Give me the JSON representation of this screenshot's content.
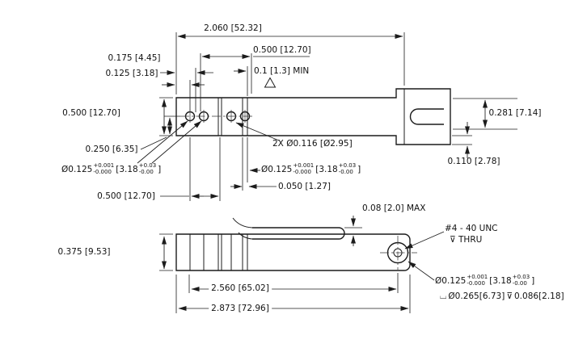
{
  "drawing": {
    "background": "#ffffff",
    "line_color": "#1c1c1c"
  },
  "top_view": {
    "dim_overall_length": "2.060 [52.32]",
    "dim_hole_spacing": "0.500 [12.70]",
    "dim_edge_to_hole2": "0.175 [4.45]",
    "dim_edge_to_hole1": "0.125 [3.18]",
    "dim_min_gap": "0.1 [1.3] MIN",
    "dim_width": "0.500 [12.70]",
    "dim_hole_offset": "0.250 [6.35]",
    "dim_clevis_width": "0.281 [7.14]",
    "dim_step": "0.110 [2.78]",
    "callout_two_holes": "2X Ø0.116 [Ø2.95]",
    "dim_slit_width": "0.050 [1.27]",
    "dim_slit_position": "0.500 [12.70]",
    "callout_hole_left": {
      "base": "Ø0.125",
      "upper": "+0.001",
      "lower": "-0.000",
      "metric": "[3.18",
      "metric_upper": "+0.03",
      "metric_lower": "-0.00",
      "close": "]"
    },
    "callout_hole_mid": {
      "base": "Ø0.125",
      "upper": "+0.001",
      "lower": "-0.000",
      "metric": "[3.18",
      "metric_upper": "+0.03",
      "metric_lower": "-0.00",
      "close": "]"
    }
  },
  "side_view": {
    "dim_gap_max": "0.08 [2.0] MAX",
    "dim_thickness": "0.375 [9.53]",
    "dim_hole_to_hole": "2.560 [65.02]",
    "dim_overall_length": "2.873 [72.96]",
    "thread_callout": "#4 - 40 UNC",
    "thread_thru": "⊽ THRU",
    "callout_end_hole": {
      "base": "Ø0.125",
      "upper": "+0.001",
      "lower": "-0.000",
      "metric": "[3.18",
      "metric_upper": "+0.03",
      "metric_lower": "-0.00",
      "close": "]"
    },
    "callout_counterbore": {
      "symbol": "⌴",
      "diameter": "Ø0.265[6.73]",
      "depth_symbol": "⊽",
      "depth": "0.086[2.18]"
    }
  }
}
